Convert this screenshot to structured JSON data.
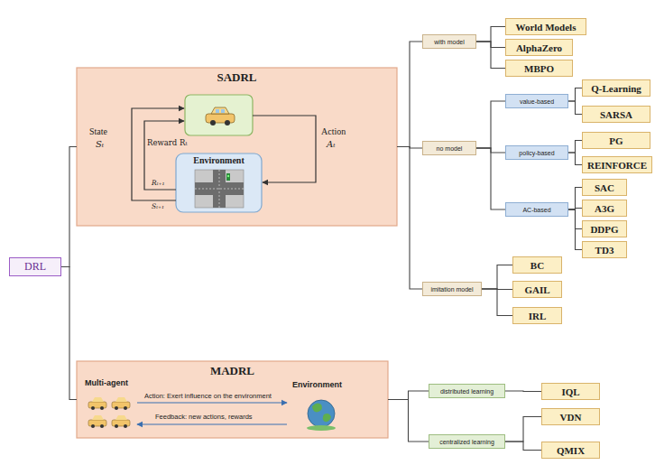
{
  "diagram": {
    "nodes": [
      {
        "text": [
          "DRL"
        ]
      },
      {
        "text": [
          "SADRL"
        ]
      },
      {
        "text": [
          "Environment"
        ],
        "in": 1
      },
      {
        "text": [
          "with model"
        ]
      },
      {
        "text": [
          "World Models"
        ]
      },
      {
        "text": [
          "AlphaZero"
        ]
      },
      {
        "text": [
          "MBPO"
        ]
      },
      {
        "text": [
          "no model"
        ]
      },
      {
        "text": [
          "value-based"
        ]
      },
      {
        "text": [
          "Q-Learning"
        ]
      },
      {
        "text": [
          "SARSA"
        ]
      },
      {
        "text": [
          "policy-based"
        ]
      },
      {
        "text": [
          "PG"
        ]
      },
      {
        "text": [
          "REINFORCE"
        ]
      },
      {
        "text": [
          "AC-based"
        ]
      },
      {
        "text": [
          "SAC"
        ]
      },
      {
        "text": [
          "A3G"
        ]
      },
      {
        "text": [
          "DDPG"
        ]
      },
      {
        "text": [
          "TD3"
        ]
      },
      {
        "text": [
          "imitation model"
        ]
      },
      {
        "text": [
          "BC"
        ]
      },
      {
        "text": [
          "GAIL"
        ]
      },
      {
        "text": [
          "IRL"
        ]
      },
      {
        "text": [
          "MADRL"
        ]
      },
      {
        "text": [
          "distributed learning"
        ]
      },
      {
        "text": [
          "IQL"
        ]
      },
      {
        "text": [
          "centralized learning"
        ]
      },
      {
        "text": [
          "VDN"
        ]
      },
      {
        "text": [
          "QMIX"
        ]
      }
    ],
    "edges": [
      {
        "from": 0,
        "to": 1,
        "arrow": "none"
      },
      {
        "from": 0,
        "to": 23,
        "arrow": "none"
      },
      {
        "from": 1,
        "to": 3,
        "arrow": "none"
      },
      {
        "from": 1,
        "to": 7,
        "arrow": "none"
      },
      {
        "from": 1,
        "to": 19,
        "arrow": "none"
      },
      {
        "from": 3,
        "to": 4,
        "arrow": "none"
      },
      {
        "from": 3,
        "to": 5,
        "arrow": "none"
      },
      {
        "from": 3,
        "to": 6,
        "arrow": "none"
      },
      {
        "from": 7,
        "to": 8,
        "arrow": "none"
      },
      {
        "from": 7,
        "to": 11,
        "arrow": "none"
      },
      {
        "from": 7,
        "to": 14,
        "arrow": "none"
      },
      {
        "from": 8,
        "to": 9,
        "arrow": "none"
      },
      {
        "from": 8,
        "to": 10,
        "arrow": "none"
      },
      {
        "from": 11,
        "to": 12,
        "arrow": "none"
      },
      {
        "from": 11,
        "to": 13,
        "arrow": "none"
      },
      {
        "from": 14,
        "to": 15,
        "arrow": "none"
      },
      {
        "from": 14,
        "to": 16,
        "arrow": "none"
      },
      {
        "from": 14,
        "to": 17,
        "arrow": "none"
      },
      {
        "from": 14,
        "to": 18,
        "arrow": "none"
      },
      {
        "from": 19,
        "to": 20,
        "arrow": "none"
      },
      {
        "from": 19,
        "to": 21,
        "arrow": "none"
      },
      {
        "from": 19,
        "to": 22,
        "arrow": "none"
      },
      {
        "from": 23,
        "to": 24,
        "arrow": "none"
      },
      {
        "from": 23,
        "to": 26,
        "arrow": "none"
      },
      {
        "from": 24,
        "to": 25,
        "arrow": "none"
      },
      {
        "from": 26,
        "to": 27,
        "arrow": "none"
      },
      {
        "from": 26,
        "to": 28,
        "arrow": "none"
      }
    ],
    "labels": [
      "State",
      "Sₜ",
      "Reward Rₜ",
      "Action",
      "Aₜ",
      "Rₜ₊₁",
      "Sₜ₊₁",
      "Multi-agent",
      "Environment",
      "Action: Exert influence on the environment",
      "Feedback: new actions, rewards"
    ]
  }
}
